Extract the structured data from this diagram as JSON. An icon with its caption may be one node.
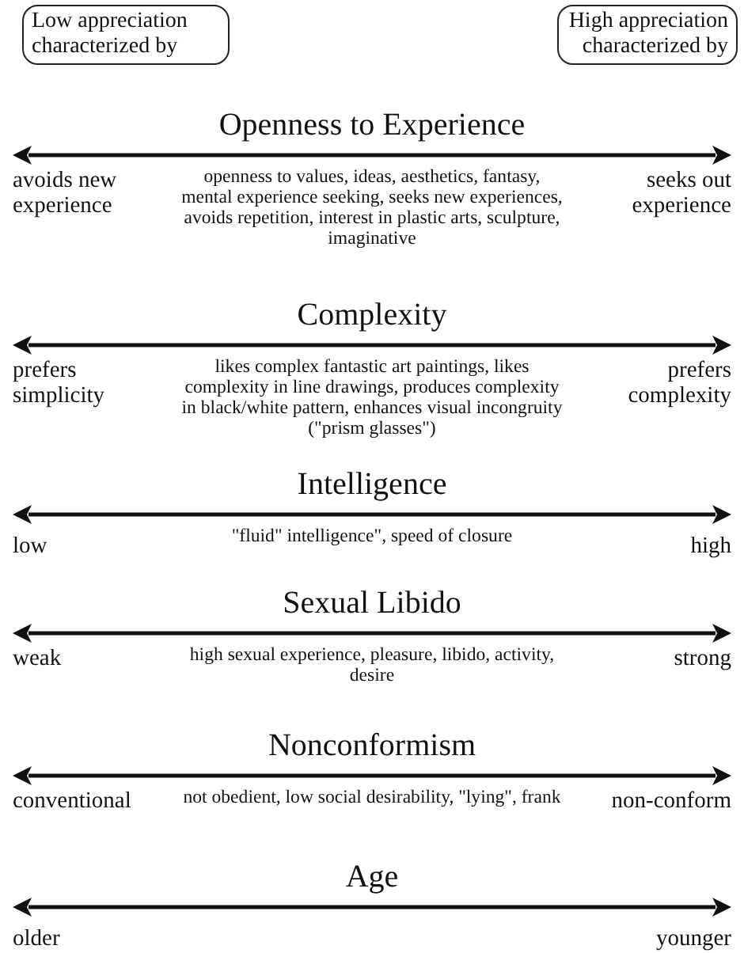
{
  "diagram": {
    "nodes": [
      {
        "text": [
          "Low appreciation characterized by"
        ]
      },
      {
        "text": [
          "High appreciation characterized by"
        ]
      }
    ],
    "labels": [
      "Openness to Experience",
      "avoids new experience",
      "openness to values, ideas, aesthetics, fantasy, mental experience seeking, seeks new experiences, avoids repetition, interest in plastic arts, sculpture, imaginative",
      "seeks out experience",
      "Complexity",
      "prefers simplicity",
      "likes complex fantastic art paintings, likes complexity in line drawings, produces complexity in black/white pattern, enhances visual incongruity (\"prism glasses\")",
      "prefers complexity",
      "Intelligence",
      "low",
      "\"fluid\" intelligence\", speed of closure",
      "high",
      "Sexual Libido",
      "weak",
      "high sexual experience, pleasure, libido, activity, desire",
      "strong",
      "Nonconformism",
      "conventional",
      "not obedient, low social desirability, \"lying\", frank",
      "non-conform",
      "Age",
      "older",
      "younger"
    ]
  }
}
